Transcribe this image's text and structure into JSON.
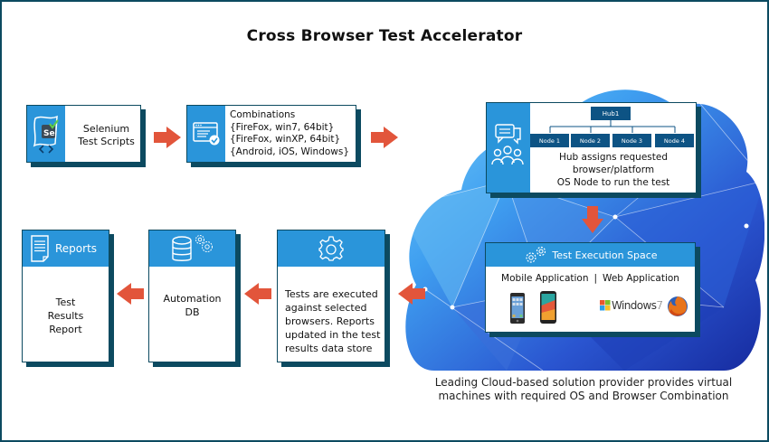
{
  "title": "Cross Browser Test Accelerator",
  "colors": {
    "frame": "#0c4a60",
    "box_header": "#2a95da",
    "box_shadow": "#0c4a60",
    "arrow": "#e2553b",
    "hub_node": "#0d5384",
    "cloud_light": "#5ec8f5",
    "cloud_dark": "#1a2fa8"
  },
  "top_row": {
    "selenium": {
      "icon": "selenium-icon",
      "lines": [
        "Selenium",
        "Test Scripts"
      ]
    },
    "combinations": {
      "icon": "browser-check-icon",
      "lines": [
        "Combinations",
        "{FireFox, win7, 64bit}",
        "{FireFox, winXP, 64bit}",
        "{Android, iOS, Windows}"
      ]
    }
  },
  "hub": {
    "icon": "chat-people-icon",
    "hub_label": "Hub1",
    "nodes": [
      "Node 1",
      "Node 2",
      "Node 3",
      "Node 4"
    ],
    "lines": [
      "Hub assigns requested",
      "browser/platform",
      "OS Node to run the test"
    ]
  },
  "execution": {
    "icon": "gears-icon",
    "header": "Test Execution Space",
    "mobile_label": "Mobile Application",
    "separator": "|",
    "web_label": "Web Application",
    "windows_label": "Windows",
    "windows_version": "7",
    "devices": [
      "iphone-icon",
      "android-phone-icon",
      "windows-logo-icon",
      "firefox-icon"
    ]
  },
  "bottom_row": {
    "executed": {
      "icon": "gear-icon",
      "lines": [
        "Tests are executed",
        "against selected",
        "browsers. Reports",
        "updated in the test",
        "results data store"
      ]
    },
    "automation_db": {
      "icon": "database-gears-icon",
      "lines": [
        "Automation",
        "DB"
      ]
    },
    "reports": {
      "icon": "document-icon",
      "header": "Reports",
      "lines": [
        "Test",
        "Results",
        "Report"
      ]
    }
  },
  "caption": "Leading Cloud-based solution provider provides virtual machines with required OS and Browser Combination"
}
